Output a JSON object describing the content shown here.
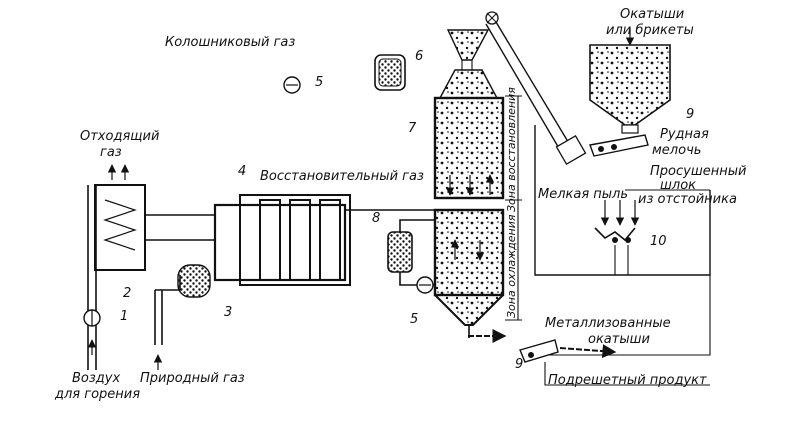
{
  "labels": {
    "flue_gas": "Колошниковый газ",
    "exhaust_gas_line1": "Отходящий",
    "exhaust_gas_line2": "газ",
    "reducing_gas": "Восстановительный газ",
    "pellets_line1": "Окатыши",
    "pellets_line2": "или брикеты",
    "ore_fines_line1": "Рудная",
    "ore_fines_line2": "мелочь",
    "screened_sludge_line1": "Просушенный",
    "screened_sludge_line2": "шлок",
    "screened_sludge_line3": "из отстойника",
    "fine_dust": "Мелкая пыль",
    "reduction_zone": "Зона восстановления",
    "cooling_zone": "Зона охлаждения",
    "metallized_line1": "Металлизованные",
    "metallized_line2": "окатыши",
    "undersize": "Подрешетный продукт",
    "natural_gas": "Природный газ",
    "air_line1": "Воздух",
    "air_line2": "для горения"
  },
  "numbers": {
    "n1": "1",
    "n2": "2",
    "n3": "3",
    "n4": "4",
    "n5a": "5",
    "n5b": "5",
    "n6": "6",
    "n7": "7",
    "n8": "8",
    "n9a": "9",
    "n9b": "9",
    "n10": "10"
  }
}
